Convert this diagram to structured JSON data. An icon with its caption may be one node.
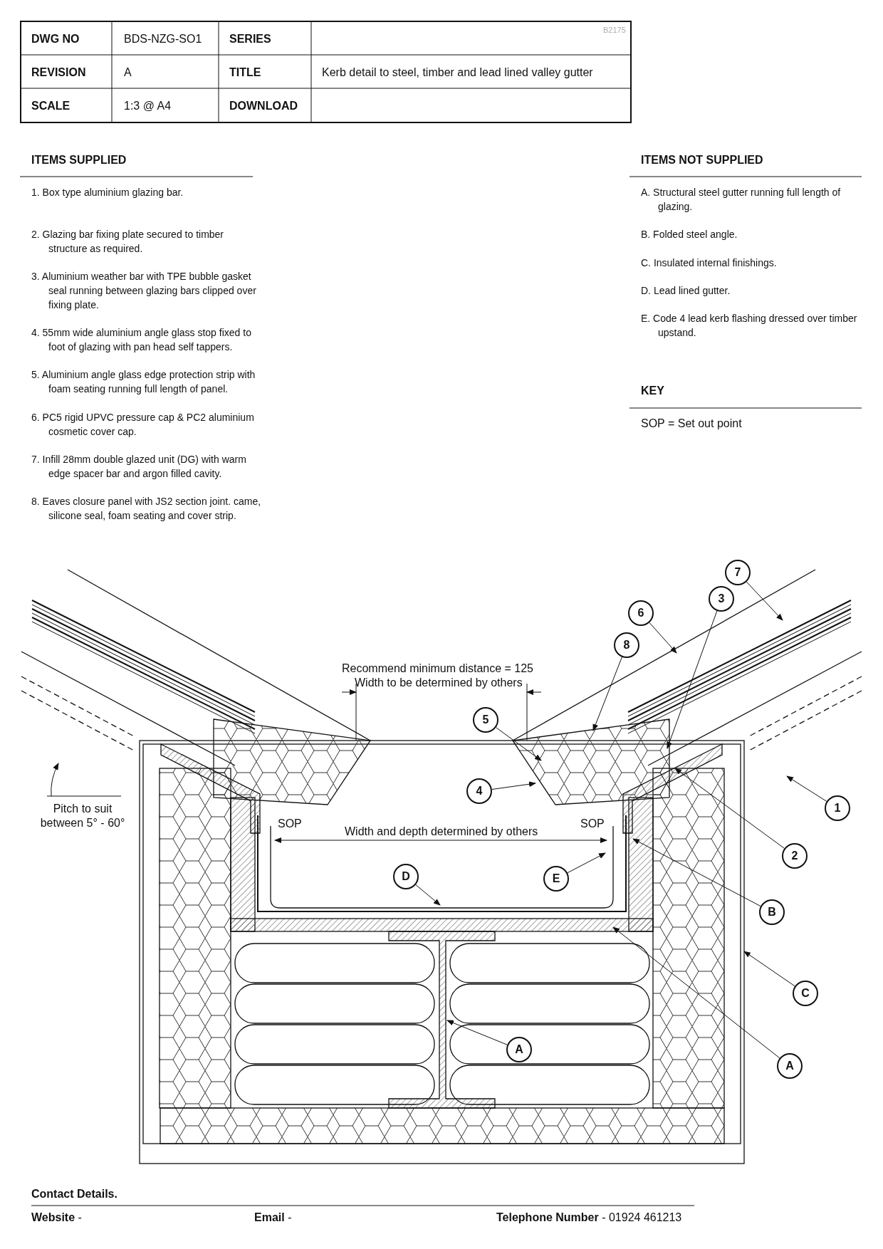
{
  "diagram": {
    "nodes": [
      {
        "text": [
          "7"
        ]
      },
      {
        "text": [
          "3"
        ]
      },
      {
        "text": [
          "6"
        ]
      },
      {
        "text": [
          "8"
        ]
      },
      {
        "text": [
          "5"
        ]
      },
      {
        "text": [
          "4"
        ]
      },
      {
        "text": [
          "1"
        ]
      },
      {
        "text": [
          "2"
        ]
      },
      {
        "text": [
          "D"
        ]
      },
      {
        "text": [
          "E"
        ]
      },
      {
        "text": [
          "B"
        ]
      },
      {
        "text": [
          "C"
        ]
      },
      {
        "text": [
          "A"
        ]
      },
      {
        "text": [
          "A"
        ]
      }
    ],
    "edges": [
      {
        "from": 0,
        "to": null,
        "arrow": "to"
      },
      {
        "from": 1,
        "to": null,
        "arrow": "to"
      },
      {
        "from": 2,
        "to": null,
        "arrow": "to"
      },
      {
        "from": 3,
        "to": null,
        "arrow": "to"
      },
      {
        "from": 4,
        "to": null,
        "arrow": "to"
      },
      {
        "from": 5,
        "to": null,
        "arrow": "to"
      },
      {
        "from": 6,
        "to": null,
        "arrow": "to"
      },
      {
        "from": 7,
        "to": null,
        "arrow": "to"
      },
      {
        "from": 8,
        "to": null,
        "arrow": "to"
      },
      {
        "from": 9,
        "to": null,
        "arrow": "to"
      },
      {
        "from": 10,
        "to": null,
        "arrow": "to"
      },
      {
        "from": 11,
        "to": null,
        "arrow": "to"
      },
      {
        "from": 12,
        "to": null,
        "arrow": "to"
      },
      {
        "from": 13,
        "to": null,
        "arrow": "to"
      }
    ],
    "labels": [
      "DWG NO",
      "BDS-NZG-SO1",
      "SERIES",
      "REVISION",
      "A",
      "TITLE",
      "Kerb detail to steel, timber and lead lined valley gutter",
      "SCALE",
      "1:3 @ A4",
      "DOWNLOAD",
      "B2175",
      "ITEMS SUPPLIED",
      "1. Box type aluminium glazing bar.",
      "2. Glazing bar fixing plate secured to timber structure as required.",
      "3. Aluminium weather bar with TPE bubble gasket seal running between glazing bars clipped over fixing plate.",
      "4. 55mm wide aluminium angle glass stop fixed to foot of glazing with pan head self tappers.",
      "5. Aluminium angle glass edge protection strip with foam seating running full length of panel.",
      "6. PC5 rigid UPVC pressure cap & PC2 aluminium cosmetic cover cap.",
      "7. Infill 28mm double glazed unit (DG) with warm edge spacer bar and argon filled cavity.",
      "8. Eaves closure panel with JS2 section joint. came, silicone seal, foam seating and cover strip.",
      "ITEMS NOT SUPPLIED",
      "A. Structural steel gutter running full length of glazing.",
      "B. Folded steel angle.",
      "C. Insulated internal finishings.",
      "D. Lead lined gutter.",
      "E. Code 4 lead kerb flashing dressed over timber upstand.",
      "KEY",
      "SOP = Set out point",
      "Recommend minimum distance = 125",
      "Width to be determined by others",
      "Pitch to suit between 5° - 60°",
      "SOP",
      "Width and depth determined by others",
      "SOP",
      "Contact Details.",
      "**Website** -",
      "**Email** -",
      "**Telephone Number** - 01924 461213"
    ]
  }
}
